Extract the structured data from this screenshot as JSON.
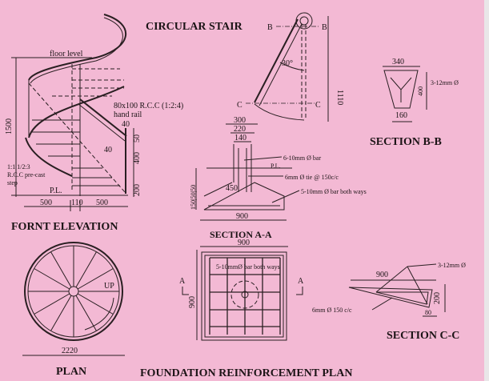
{
  "colors": {
    "paper": "#f3b9d4",
    "ink": "#1c1416"
  },
  "title": "CIRCULAR STAIR",
  "front_elevation": {
    "title": "FORNT ELEVATION",
    "floor_level": "floor level",
    "handrail_spec": "80x100 R.C.C (1:2:4)",
    "handrail_label": "hand rail",
    "height": "1500",
    "dim_40_top": "40",
    "dim_50": "50",
    "dim_40_mid": "40",
    "dim_400": "400",
    "dim_200": "200",
    "step_mix": "1:1 1/2:3",
    "step_type": "R.C.C pre-cast",
    "step_label": "step",
    "plinth_level": "P.L.",
    "width_left": "500",
    "width_center": "110",
    "width_right": "500"
  },
  "stair_elevation": {
    "section_b_left": "B",
    "section_b_right": "B",
    "angle": "30°",
    "height": "1110",
    "section_c_left": "C",
    "section_c_right": "C"
  },
  "section_bb": {
    "title": "SECTION B-B",
    "top_width": "340",
    "depth": "400",
    "bottom_width": "160",
    "bars": "3-12mm Ø"
  },
  "section_aa": {
    "title": "SECTION A-A",
    "dim_300": "300",
    "dim_220": "220",
    "dim_140": "140",
    "main_bars": "6-10mm Ø bar",
    "plinth_level": "P.L.",
    "ties": "6mm Ø tie @ 150c/c",
    "base_bars": "5-10mm Ø bar both ways",
    "dim_450": "450",
    "depths": "150|50|50",
    "width": "900"
  },
  "foundation_plan": {
    "title": "FOUNDATION REINFORCEMENT PLAN",
    "width": "900",
    "depth": "900",
    "bars": "5-10mmØ bar both ways",
    "section_a_left": "A",
    "section_a_right": "A"
  },
  "section_cc": {
    "title": "SECTION C-C",
    "bars": "3-12mm Ø",
    "length": "900",
    "stirrups": "6mm Ø 150 c/c",
    "depth": "200",
    "bottom": "80"
  },
  "plan": {
    "title": "PLAN",
    "direction": "UP",
    "diameter": "2220"
  }
}
